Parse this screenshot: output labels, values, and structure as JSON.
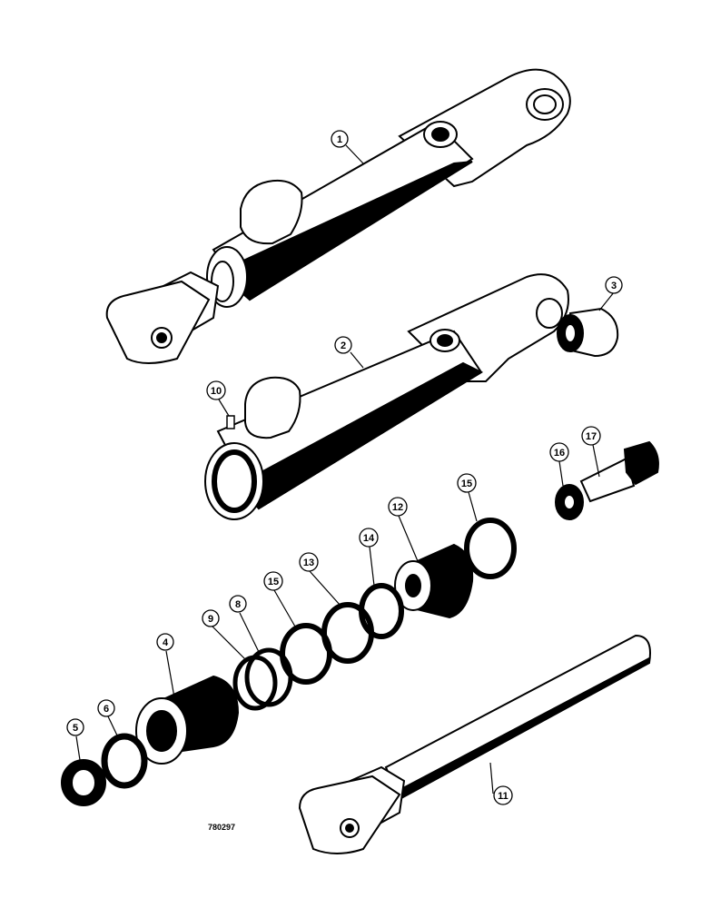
{
  "callouts": {
    "c1": "1",
    "c2": "2",
    "c3": "3",
    "c4": "4",
    "c5": "5",
    "c6": "6",
    "c8": "8",
    "c9": "9",
    "c10": "10",
    "c11": "11",
    "c12": "12",
    "c13": "13",
    "c14": "14",
    "c15a": "15",
    "c15b": "15",
    "c16": "16",
    "c17": "17"
  },
  "figure_number": "780297"
}
